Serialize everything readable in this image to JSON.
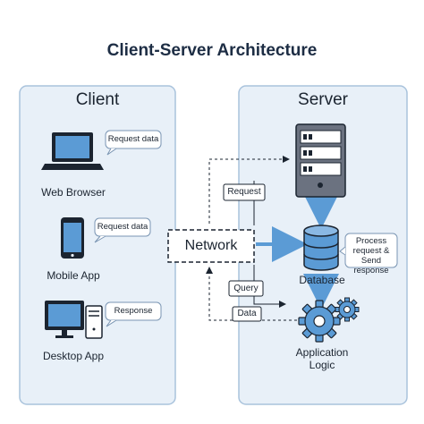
{
  "title": "Client-Server Architecture",
  "client": {
    "heading": "Client",
    "devices": [
      {
        "label": "Web Browser",
        "icon": "laptop-icon",
        "bubble": "Request data"
      },
      {
        "label": "Mobile App",
        "icon": "smartphone-icon",
        "bubble": "Request data"
      },
      {
        "label": "Desktop App",
        "icon": "desktop-computer-icon",
        "bubble": "Response"
      }
    ]
  },
  "network": {
    "label": "Network"
  },
  "server": {
    "heading": "Server",
    "database_label": "Database",
    "app_logic_label": "Application\nLogic",
    "note": "Process\nrequest & Send\nresponse"
  },
  "flows": {
    "request": "Request",
    "query": "Query",
    "data": "Data"
  },
  "colors": {
    "panel_fill": "#e8f0f8",
    "panel_border": "#a9c3dc",
    "accent_blue": "#5b9bd5",
    "dark": "#1b2430",
    "server_gray": "#6b7280"
  }
}
